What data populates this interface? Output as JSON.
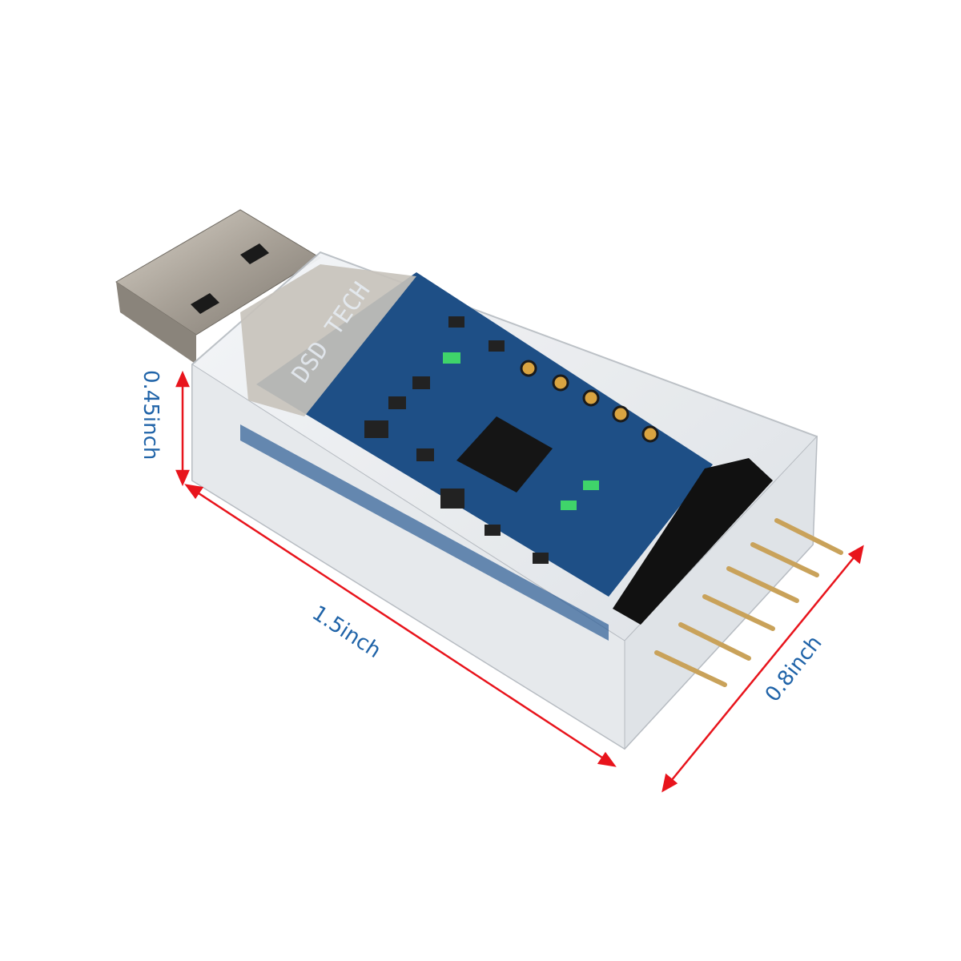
{
  "product": {
    "pcb_marking": "DSD TECH",
    "led_color": "#3fd46a",
    "pcb_color": "#1e4f86"
  },
  "dimensions": {
    "height": "0.45inch",
    "length": "1.5inch",
    "width": "0.8inch",
    "arrow_color": "#e8141c",
    "label_color": "#1f63a8"
  }
}
